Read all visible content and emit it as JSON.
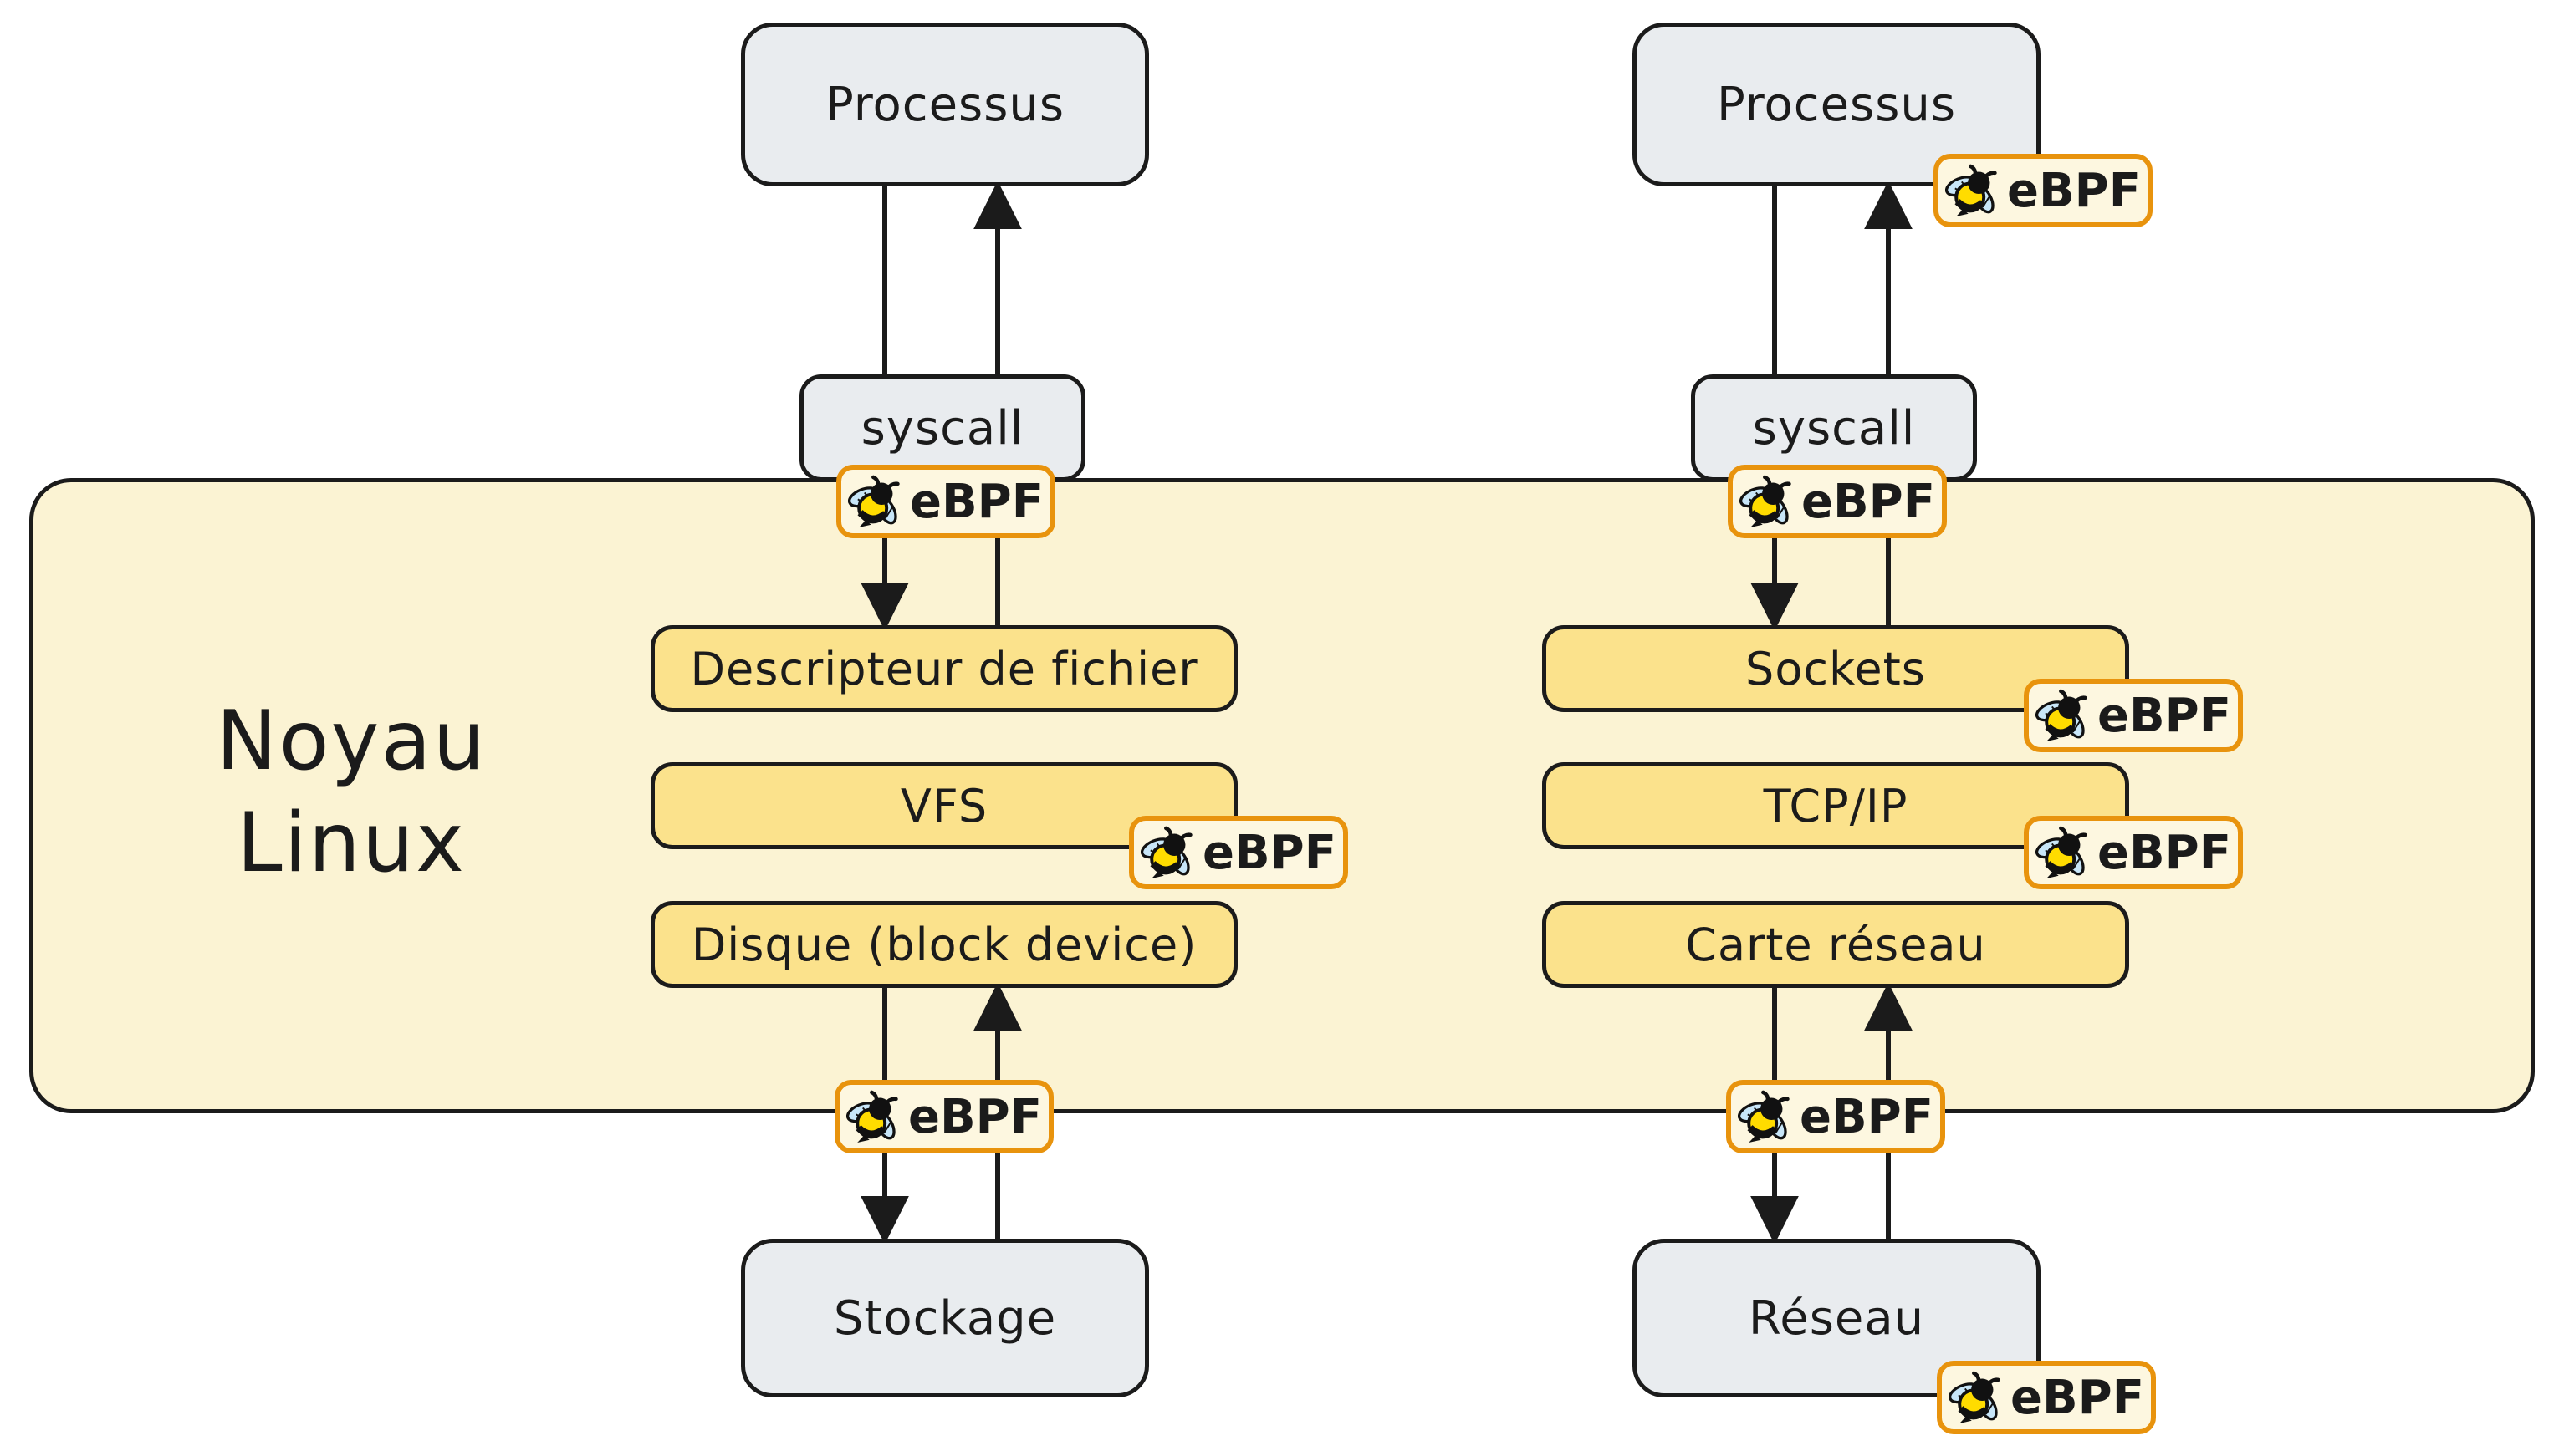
{
  "colors": {
    "ink": "#1b1b1b",
    "node-gray": "#E9ECEF",
    "kernel-bg": "#FBF3D3",
    "module-yellow": "#FBE28C",
    "badge-bg": "#FDF7E0",
    "badge-orange": "#E8930D",
    "bee-yellow": "#FFDC00",
    "bee-wing": "#C8E6F8"
  },
  "kernel": {
    "line1": "Noyau",
    "line2": "Linux"
  },
  "badge": {
    "label": "eBPF",
    "icon": "bee-icon"
  },
  "nodes": {
    "processus_left": "Processus",
    "processus_right": "Processus",
    "syscall_left": "syscall",
    "syscall_right": "syscall",
    "file_descriptor": "Descripteur de fichier",
    "vfs": "VFS",
    "disk": "Disque (block device)",
    "sockets": "Sockets",
    "tcpip": "TCP/IP",
    "network_card": "Carte réseau",
    "storage": "Stockage",
    "network": "Réseau"
  }
}
